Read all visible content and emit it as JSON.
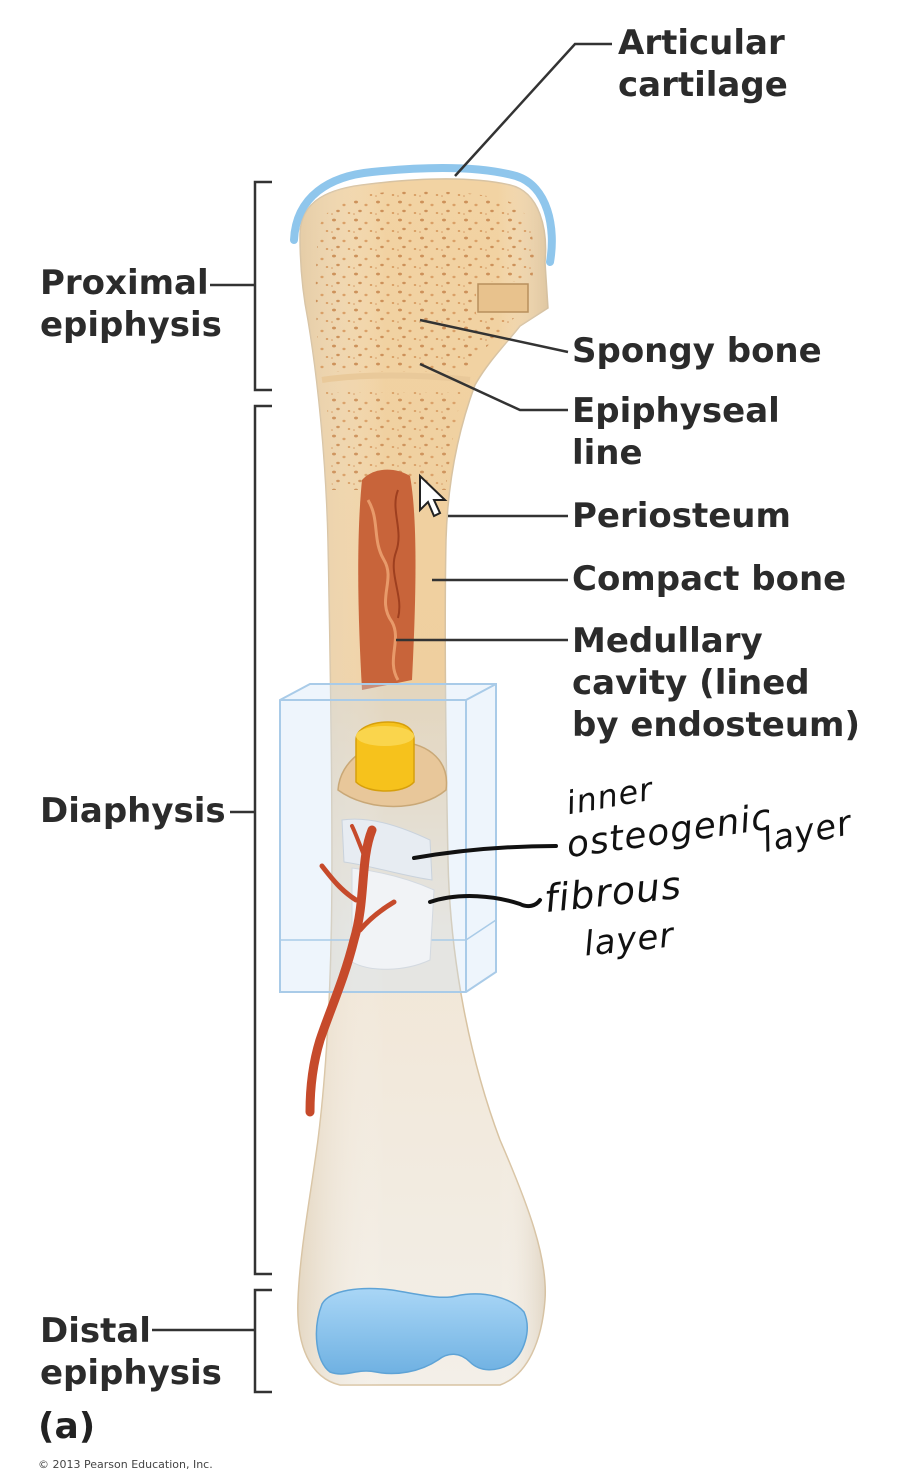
{
  "labels": {
    "articular_cartilage": [
      "Articular",
      "cartilage"
    ],
    "proximal_epiphysis": [
      "Proximal",
      "epiphysis"
    ],
    "spongy_bone": "Spongy bone",
    "epiphyseal_line": [
      "Epiphyseal",
      "line"
    ],
    "periosteum": "Periosteum",
    "compact_bone": "Compact bone",
    "medullary_cavity": [
      "Medullary",
      "cavity (lined",
      "by endosteum)"
    ],
    "diaphysis": "Diaphysis",
    "distal_epiphysis": [
      "Distal",
      "epiphysis"
    ]
  },
  "handwritten": {
    "inner": "inner",
    "osteogenic": "osteogenic",
    "layer_1": "layer",
    "fibrous": "fibrous",
    "layer_2": "layer"
  },
  "figure_id": "(a)",
  "copyright": "© 2013 Pearson Education, Inc.",
  "colors": {
    "bone_top": "#f2d3a3",
    "bone_bottom": "#f1ece4",
    "cartilage": "#8fc6ec",
    "marrow": "#c8643a",
    "yellow_marrow": "#f6c21c",
    "artery": "#c64a2b",
    "inset_box": "#a9cbe8",
    "label_text": "#2b2b2b"
  },
  "icons": [
    "mouse-pointer-icon"
  ]
}
